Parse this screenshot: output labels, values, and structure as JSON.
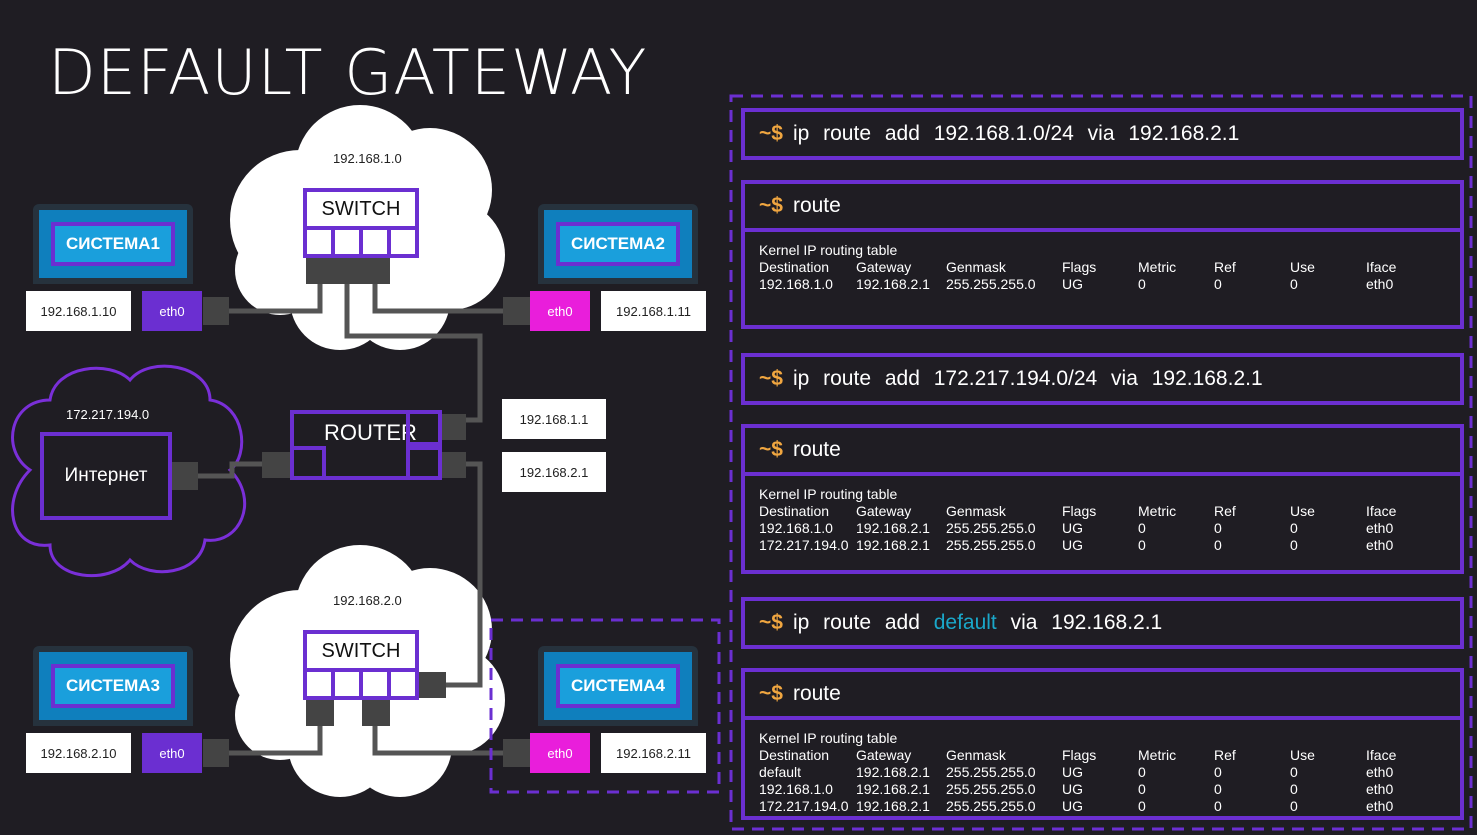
{
  "title": "DEFAULT GATEWAY",
  "network": {
    "switch1": {
      "label": "SWITCH",
      "subnet": "192.168.1.0"
    },
    "switch2": {
      "label": "SWITCH",
      "subnet": "192.168.2.0"
    },
    "router": {
      "label": "ROUTER",
      "ip1": "192.168.1.1",
      "ip2": "192.168.2.1"
    },
    "internet": {
      "label": "Интернет",
      "subnet": "172.217.194.0"
    },
    "systems": [
      {
        "name": "СИСТЕМА1",
        "ip": "192.168.1.10",
        "iface": "eth0"
      },
      {
        "name": "СИСТЕМА2",
        "ip": "192.168.1.11",
        "iface": "eth0"
      },
      {
        "name": "СИСТЕМА3",
        "ip": "192.168.2.10",
        "iface": "eth0"
      },
      {
        "name": "СИСТЕМА4",
        "ip": "192.168.2.11",
        "iface": "eth0"
      }
    ]
  },
  "colors": {
    "accent": "#6b2fd1",
    "pink": "#e91edb",
    "prompt": "#f0a640",
    "keyword": "#1aa7c9",
    "background": "#1f1d23"
  },
  "terminal": {
    "prompt": "~$",
    "cmd1": "ip route add 192.168.1.0/24 via 192.168.2.1",
    "cmd2": "route",
    "cmd3": "ip route add 172.217.194.0/24 via 192.168.2.1",
    "cmd4": "route",
    "cmd5_pre": "ip route add",
    "cmd5_kw": "default",
    "cmd5_post": "via 192.168.2.1",
    "cmd6": "route",
    "table_title": "Kernel IP routing table",
    "headers": [
      "Destination",
      "Gateway",
      "Genmask",
      "Flags",
      "Metric",
      "Ref",
      "Use",
      "Iface"
    ],
    "table1": [
      [
        "192.168.1.0",
        "192.168.2.1",
        "255.255.255.0",
        "UG",
        "0",
        "0",
        "0",
        "eth0"
      ]
    ],
    "table2": [
      [
        "192.168.1.0",
        "192.168.2.1",
        "255.255.255.0",
        "UG",
        "0",
        "0",
        "0",
        "eth0"
      ],
      [
        "172.217.194.0",
        "192.168.2.1",
        "255.255.255.0",
        "UG",
        "0",
        "0",
        "0",
        "eth0"
      ]
    ],
    "table3": [
      [
        "default",
        "192.168.2.1",
        "255.255.255.0",
        "UG",
        "0",
        "0",
        "0",
        "eth0"
      ],
      [
        "192.168.1.0",
        "192.168.2.1",
        "255.255.255.0",
        "UG",
        "0",
        "0",
        "0",
        "eth0"
      ],
      [
        "172.217.194.0",
        "192.168.2.1",
        "255.255.255.0",
        "UG",
        "0",
        "0",
        "0",
        "eth0"
      ]
    ]
  }
}
